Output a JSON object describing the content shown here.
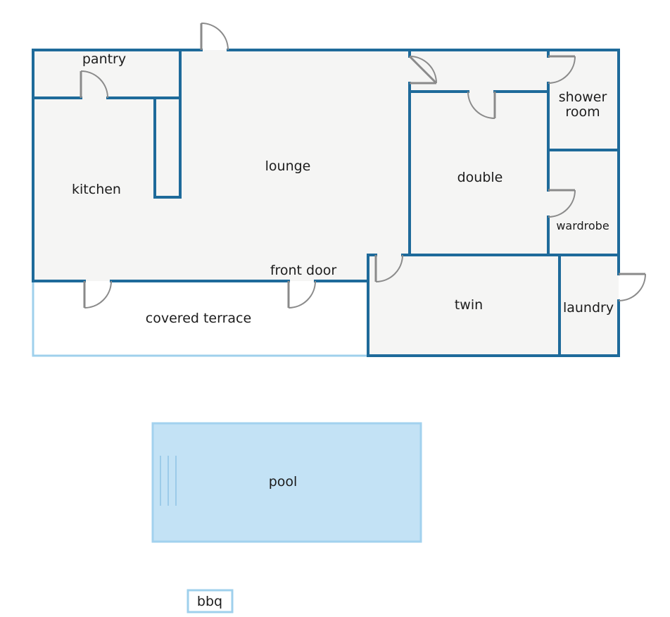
{
  "rooms": {
    "pantry": "pantry",
    "kitchen": "kitchen",
    "lounge": "lounge",
    "double": "double",
    "shower_room_line1": "shower",
    "shower_room_line2": "room",
    "wardrobe": "wardrobe",
    "twin": "twin",
    "laundry": "laundry",
    "front_door": "front door",
    "covered_terrace": "covered terrace",
    "pool": "pool",
    "bbq": "bbq"
  },
  "colors": {
    "wall": "#1e6a9a",
    "floor": "#f5f5f4",
    "terrace_outline": "#9fd0ec",
    "pool_fill": "#c3e2f5",
    "pool_edge": "#a2d1ee",
    "door": "#8a8a8a"
  }
}
